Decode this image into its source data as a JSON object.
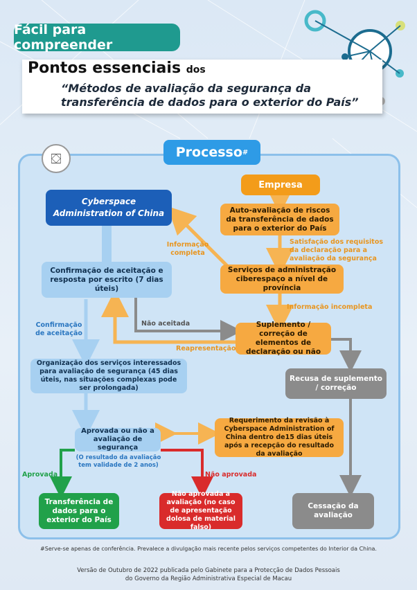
{
  "header": {
    "easy_badge": "Fácil para compreender",
    "title_main": "Pontos essenciais",
    "title_dos": "dos",
    "title_line2": "“Métodos de avaliação da segurança da",
    "title_line3": "transferência de dados para o exterior do País”"
  },
  "process": {
    "badge": "Processo",
    "badge_mark": "#",
    "logo_glyph": "⛋"
  },
  "nodes": {
    "cac": "Cyberspace Administration of China",
    "empresa": "Empresa",
    "self_assessment": "Auto-avaliação de riscos da transferência de dados para o exterior do País",
    "confirmation": "Confirmação de aceitação e resposta por escrito (7 dias úteis)",
    "provincial": "Serviços de administração ciberespaço a nível de província",
    "supplement": "Suplemento / correção de elementos de declaração ou não",
    "organization": "Organização dos serviços interessados para avaliação de segurança (45 dias úteis, nas situações complexas pode ser prolongada)",
    "refuse": "Recusa de suplemento / correção",
    "approved_q": "Aprovada ou não a avaliação de segurança",
    "review": "Requerimento da revisão à Cyberspace Administration of China dentro de15 dias úteis após a recepção do resultado da avaliação",
    "transfer": "Transferência de dados para o exterior do País",
    "not_approved": "Não aprovada a avaliação (no caso de apresentação dolosa de material falso)",
    "cessation": "Cessação da avaliação"
  },
  "labels": {
    "info_complete": "Informação completa",
    "requirements": "Satisfação dos requisitos da declaração para a avaliação da segurança",
    "info_incomplete": "Informação incompleta",
    "not_accepted": "Não aceitada",
    "resubmission": "Reapresentação",
    "acceptance_confirm": "Confirmação de aceitação",
    "validity": "(O resultado da avaliação tem validade de 2 anos)",
    "approved": "Aprovada",
    "not_approved": "Não aprovada"
  },
  "footer": {
    "note": "#Serve-se apenas de conferência. Prevalece a divulgação mais recente pelos serviços competentes do Interior da China.",
    "version_line1": "Versão de Outubro de 2022 publicada pelo Gabinete para a Protecção de Dados Pessoais",
    "version_line2": "do Governo da Região Administrativa Especial de Macau"
  },
  "colors": {
    "orange": "#f39c1a",
    "light_blue": "#a7d0f1",
    "dark_blue": "#1c5fb8",
    "gray": "#8b8b8b",
    "green": "#21a14a",
    "red": "#d92b2b"
  }
}
